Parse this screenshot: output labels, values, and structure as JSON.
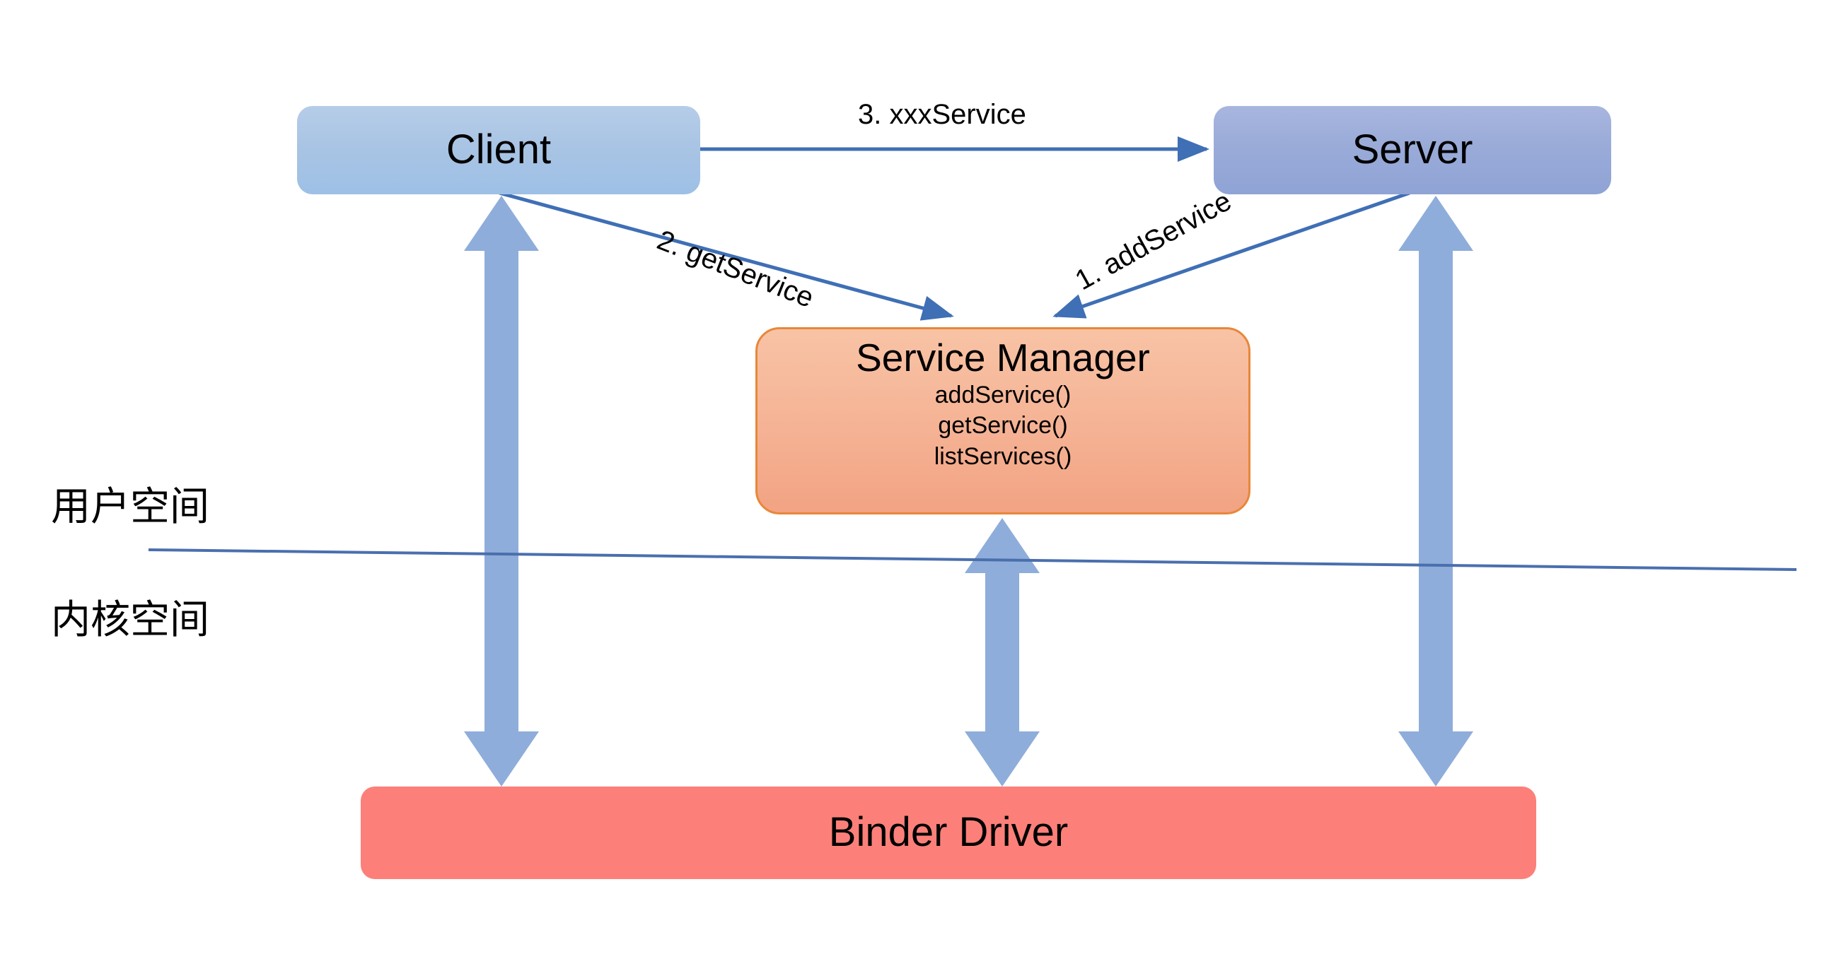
{
  "diagram": {
    "title_text_colors": {
      "text": "#000000",
      "client_fill": "#a9c4e4",
      "server_fill": "#9aabd8",
      "service_manager_fill": "#f5b294",
      "service_manager_border": "#e8873a",
      "binder_driver_fill": "#fc8079",
      "block_arrow_fill": "#8fadda",
      "thin_arrow_stroke": "#3f6fb5",
      "divider_stroke": "#4a6fae"
    },
    "nodes": {
      "client": {
        "label": "Client"
      },
      "server": {
        "label": "Server"
      },
      "service_manager": {
        "label": "Service Manager",
        "methods": [
          "addService()",
          "getService()",
          "listServices()"
        ]
      },
      "binder_driver": {
        "label": "Binder Driver"
      }
    },
    "space_labels": {
      "user_space": "用户空间",
      "kernel_space": "内核空间"
    },
    "edges": [
      {
        "id": "add-service",
        "label": "1. addService",
        "from": "server",
        "to": "service_manager"
      },
      {
        "id": "get-service",
        "label": "2. getService",
        "from": "client",
        "to": "service_manager"
      },
      {
        "id": "xxx-service",
        "label": "3. xxxService",
        "from": "client",
        "to": "server"
      }
    ],
    "block_arrows": [
      {
        "id": "client-binder",
        "from": "client",
        "to": "binder_driver",
        "double_headed": true
      },
      {
        "id": "service-manager-binder",
        "from": "service_manager",
        "to": "binder_driver",
        "double_headed": true
      },
      {
        "id": "server-binder",
        "from": "server",
        "to": "binder_driver",
        "double_headed": true
      }
    ]
  }
}
